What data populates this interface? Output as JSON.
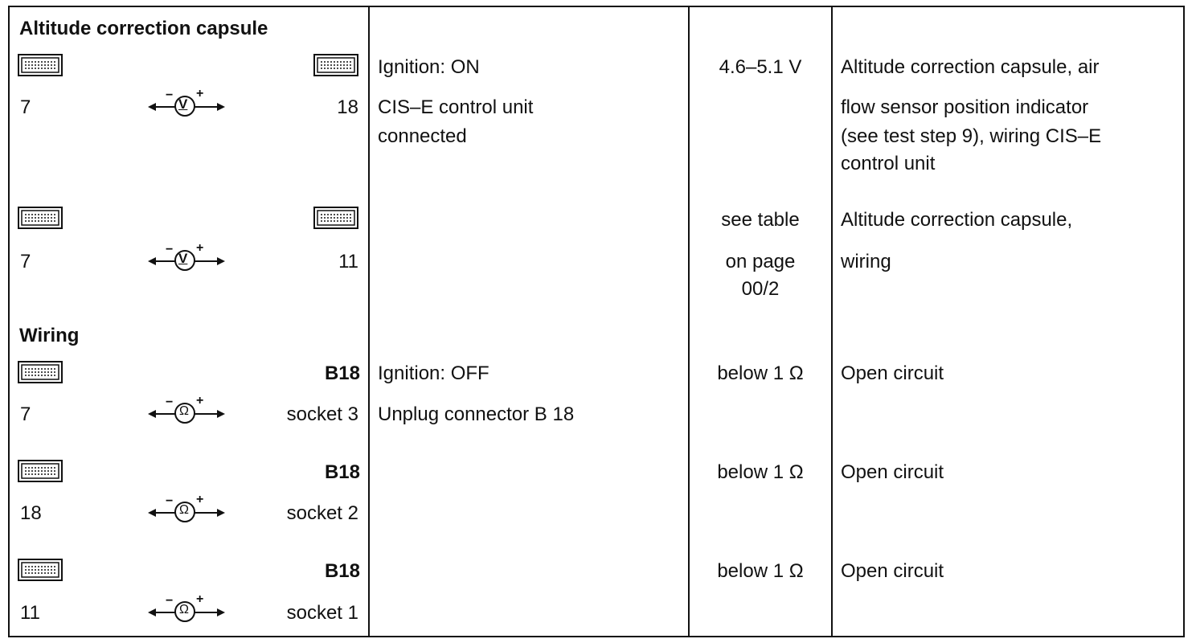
{
  "sections": [
    {
      "heading": "Altitude correction capsule",
      "tests": [
        {
          "meter": "V",
          "from": "7",
          "to": "18",
          "conditions": [
            "Ignition: ON",
            "CIS–E control unit",
            "connected"
          ],
          "spec": [
            "4.6–5.1 V"
          ],
          "fault": [
            "Altitude correction capsule, air",
            "flow sensor position indicator",
            "(see test step 9), wiring CIS–E",
            "control unit"
          ]
        },
        {
          "meter": "V",
          "from": "7",
          "to": "11",
          "conditions": [],
          "spec": [
            "see table",
            "on page",
            "00/2"
          ],
          "fault": [
            "Altitude correction capsule,",
            "wiring"
          ]
        }
      ]
    },
    {
      "heading": "Wiring",
      "tests": [
        {
          "meter": "Ω",
          "from": "7",
          "to_label": "B18",
          "to": "socket 3",
          "conditions": [
            "Ignition: OFF",
            "Unplug connector B 18"
          ],
          "spec": [
            "below 1 Ω"
          ],
          "fault": [
            "Open circuit"
          ]
        },
        {
          "meter": "Ω",
          "from": "18",
          "to_label": "B18",
          "to": "socket 2",
          "conditions": [],
          "spec": [
            "below 1 Ω"
          ],
          "fault": [
            "Open circuit"
          ]
        },
        {
          "meter": "Ω",
          "from": "11",
          "to_label": "B18",
          "to": "socket 1",
          "conditions": [],
          "spec": [
            "below 1 Ω"
          ],
          "fault": [
            "Open circuit"
          ]
        }
      ]
    }
  ],
  "meter_polarity": {
    "minus": "−",
    "plus": "+"
  }
}
